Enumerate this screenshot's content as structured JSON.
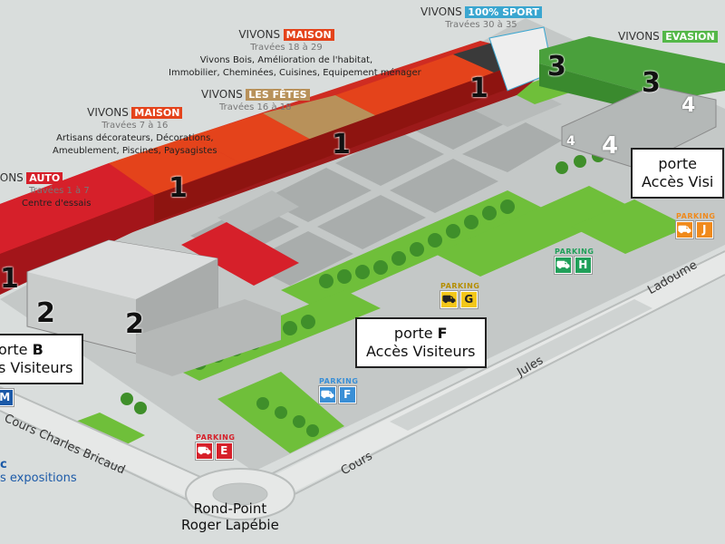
{
  "halls": [
    {
      "id": "auto",
      "prefix": "VIVONS",
      "tag": "AUTO",
      "tag_color": "#d6202a",
      "sub": "Travées 1 à 7",
      "desc": [
        "Centre d'essais"
      ]
    },
    {
      "id": "maison1",
      "prefix": "VIVONS",
      "tag": "MAISON",
      "tag_color": "#e4431b",
      "sub": "Travées 7 à 16",
      "desc": [
        "Artisans décorateurs, Décorations,",
        "Ameublement, Piscines, Paysagistes"
      ]
    },
    {
      "id": "fetes",
      "prefix": "VIVONS",
      "tag": "LES FÊTES",
      "tag_color": "#b8915a",
      "sub": "Travées 16 à 18",
      "desc": []
    },
    {
      "id": "maison2",
      "prefix": "VIVONS",
      "tag": "MAISON",
      "tag_color": "#e4431b",
      "sub": "Travées 18 à 29",
      "desc": [
        "Vivons Bois, Amélioration de l'habitat,",
        "Immobilier, Cheminées, Cuisines, Equipement ménager"
      ]
    },
    {
      "id": "sport",
      "prefix": "VIVONS",
      "tag": "100% SPORT",
      "tag_color": "#3aa6d0",
      "sub": "Travées 30 à 35",
      "desc": []
    },
    {
      "id": "evasion",
      "prefix": "VIVONS",
      "tag": "EVASION",
      "tag_color": "#54b848",
      "sub": "",
      "desc": []
    }
  ],
  "hall_numbers": [
    "1",
    "1",
    "1",
    "1",
    "2",
    "2",
    "3",
    "3",
    "4",
    "4",
    "4"
  ],
  "portes": [
    {
      "id": "b",
      "word": "orte",
      "letter": "B",
      "access": "s Visiteurs"
    },
    {
      "id": "f",
      "word": "porte",
      "letter": "F",
      "access": "Accès Visiteurs"
    },
    {
      "id": "j",
      "word": "porte",
      "letter": "",
      "access": "Accès Visi"
    }
  ],
  "parkings": [
    {
      "id": "e",
      "label": "PARKING",
      "letter": "E",
      "color": "#d6202a"
    },
    {
      "id": "f",
      "label": "PARKING",
      "letter": "F",
      "color": "#3a8fd6"
    },
    {
      "id": "g",
      "label": "PARKING",
      "letter": "G",
      "color": "#f3c71a"
    },
    {
      "id": "h",
      "label": "PARKING",
      "letter": "H",
      "color": "#21a05a"
    },
    {
      "id": "j",
      "label": "PARKING",
      "letter": "J",
      "color": "#f08a1c"
    },
    {
      "id": "m",
      "label": "",
      "letter": "M",
      "color": "#1c5aa8"
    }
  ],
  "streets": {
    "bricaud": "Cours Charles Bricaud",
    "cours": "Cours",
    "jules": "Jules",
    "ladoumegue": "Ladoume"
  },
  "roundabout": {
    "line1": "Rond-Point",
    "line2": "Roger Lapébie"
  },
  "expositions": {
    "prefix": "c",
    "text": "s expositions"
  },
  "colors": {
    "background": "#d9dddc",
    "road": "#c8cccb",
    "grass": "#6fbf3a",
    "parking_tile": "#a9adac",
    "hall_red": "#d6202a",
    "hall_orange": "#e4431b",
    "hall_tan": "#b8915a",
    "hall_green": "#54b848",
    "hall_grey": "#b4b8b7"
  }
}
